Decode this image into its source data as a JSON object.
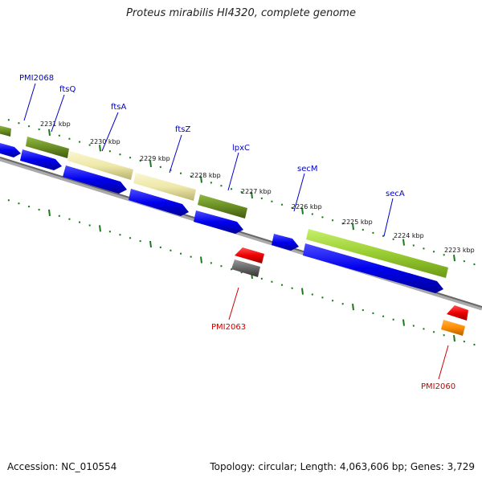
{
  "title": "Proteus mirabilis HI4320, complete genome",
  "footer": {
    "accession": "Accession: NC_010554",
    "summary": "Topology: circular; Length: 4,063,606 bp; Genes: 3,729"
  },
  "colors": {
    "forward_label": "#0000cc",
    "reverse_label": "#cc0000",
    "backbone": "#777777",
    "tick": "#1a7a1a",
    "cds_blue": "#0000ee",
    "gene_olive": "#6b8e23",
    "gene_khaki": "#eee8aa",
    "gene_lime": "#9acd32",
    "gene_red": "#ee0000",
    "gene_gray": "#666666",
    "gene_orange": "#ff8c00"
  },
  "ticks": [
    {
      "label": "2231 kbp"
    },
    {
      "label": "2230 kbp"
    },
    {
      "label": "2229 kbp"
    },
    {
      "label": "2228 kbp"
    },
    {
      "label": "2227 kbp"
    },
    {
      "label": "2226 kbp"
    },
    {
      "label": "2225 kbp"
    },
    {
      "label": "2224 kbp"
    },
    {
      "label": "2223 kbp"
    }
  ],
  "forward_labels": [
    {
      "name": "PMI2068"
    },
    {
      "name": "ftsQ"
    },
    {
      "name": "ftsA"
    },
    {
      "name": "ftsZ"
    },
    {
      "name": "lpxC"
    },
    {
      "name": "secM"
    },
    {
      "name": "secA"
    }
  ],
  "reverse_labels": [
    {
      "name": "PMI2063"
    },
    {
      "name": "PMI2060"
    }
  ]
}
